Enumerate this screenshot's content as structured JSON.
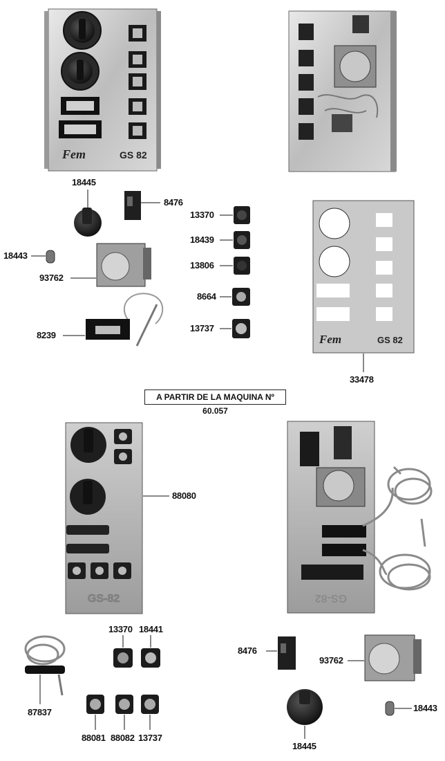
{
  "note": "A PARTIR DE LA MAQUINA Nº 60.057",
  "top": {
    "front_panel": {
      "brand": "Fem",
      "model": "GS 82"
    },
    "parts": {
      "knob": "18445",
      "microswitch": "8476",
      "knob_pin": "18443",
      "timer": "93762",
      "thermometer": "8239",
      "button_1": "13370",
      "button_2": "18439",
      "button_3": "13806",
      "button_4": "8664",
      "button_5": "13737",
      "sticker": "33478"
    },
    "sticker": {
      "brand": "Fem",
      "model": "GS 82"
    }
  },
  "bottom": {
    "front_panel": {
      "embossed": "GS-82"
    },
    "back_panel": {
      "embossed": "GS-82"
    },
    "parts": {
      "panel": "88080",
      "thermometer": "87837",
      "button_a": "13370",
      "button_b": "18441",
      "button_c": "88081",
      "button_d": "88082",
      "button_e": "13737",
      "microswitch": "8476",
      "timer": "93762",
      "knob_pin": "18443",
      "knob": "18445"
    }
  }
}
